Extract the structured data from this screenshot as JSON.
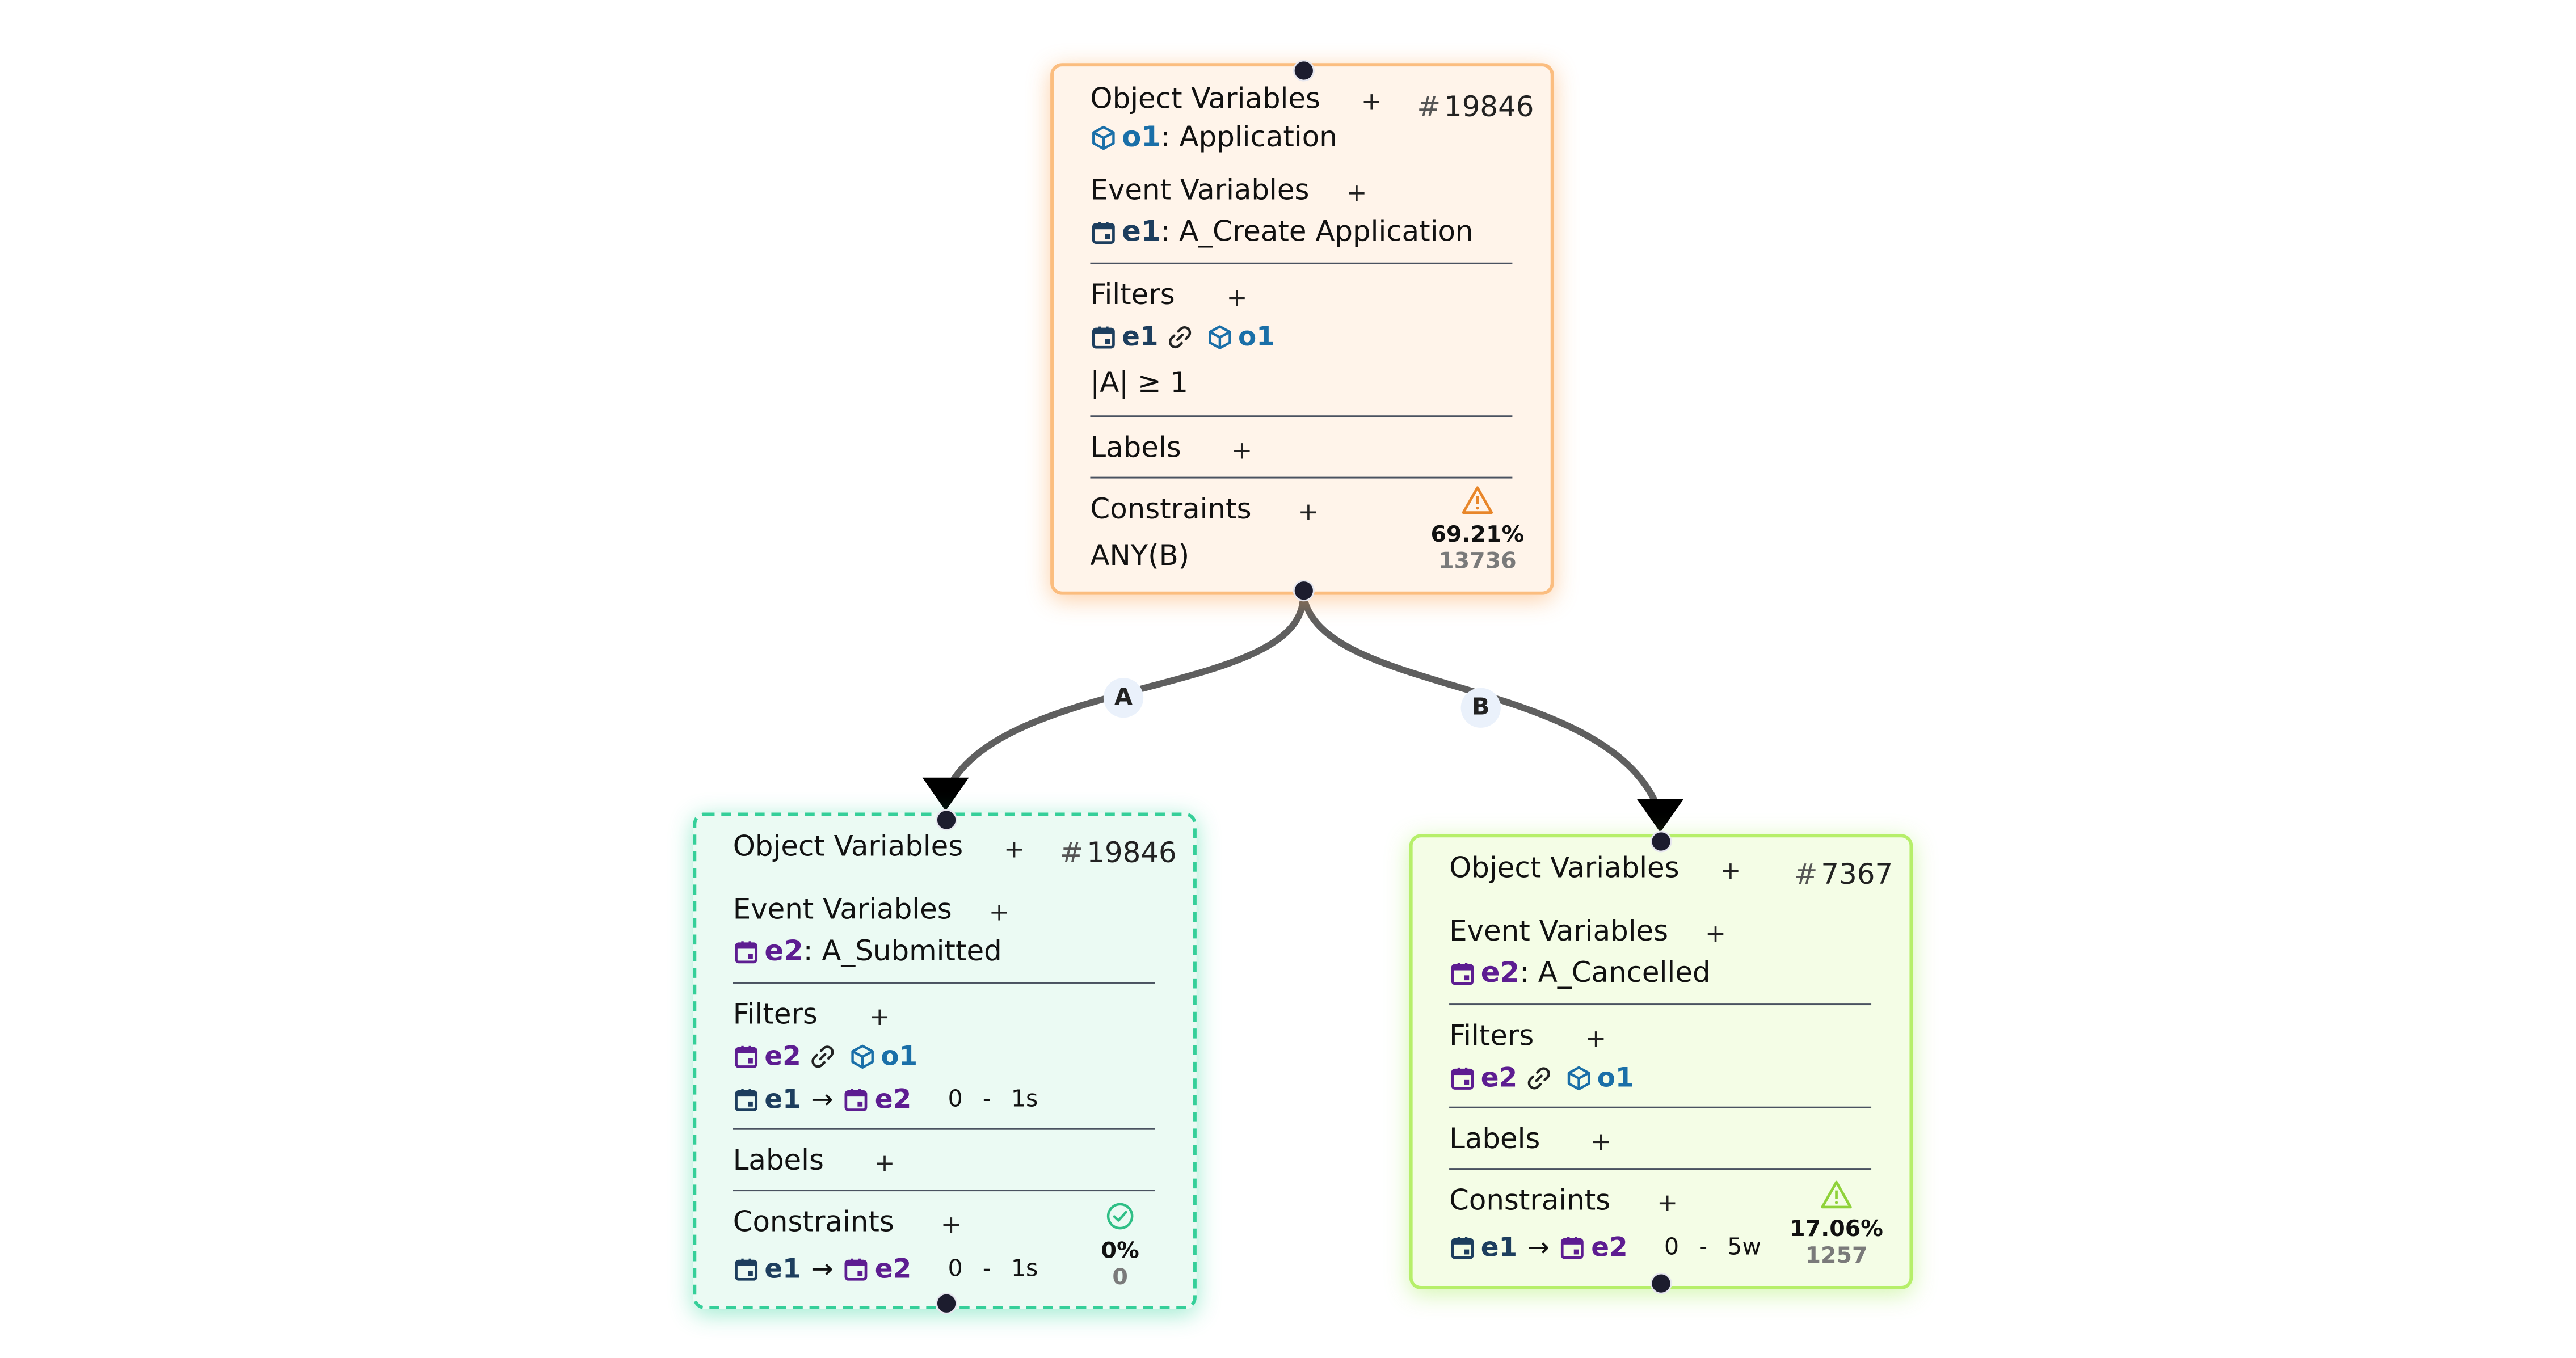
{
  "nodes": {
    "root": {
      "id": "19846",
      "object_variables_title": "Object Variables",
      "object_var": {
        "name": "o1",
        "type": ": Application"
      },
      "event_variables_title": "Event Variables",
      "event_var": {
        "name": "e1",
        "type": ": A_Create Application"
      },
      "filters_title": "Filters",
      "filter_link": {
        "event": "e1",
        "object": "o1"
      },
      "filter_expr": "|A| ≥ 1",
      "labels_title": "Labels",
      "constraints_title": "Constraints",
      "constraint_expr": "ANY(B)",
      "stat": {
        "icon": "warning-triangle-icon",
        "percent": "69.21%",
        "count": "13736",
        "color": "#e8862a"
      }
    },
    "a": {
      "id": "19846",
      "object_variables_title": "Object Variables",
      "event_variables_title": "Event Variables",
      "event_var": {
        "name": "e2",
        "type": ": A_Submitted"
      },
      "filters_title": "Filters",
      "filter_link": {
        "event": "e2",
        "object": "o1"
      },
      "filter_seq": {
        "from": "e1",
        "to": "e2",
        "min": "0",
        "dash": "-",
        "max": "1s"
      },
      "labels_title": "Labels",
      "constraints_title": "Constraints",
      "constraint_seq": {
        "from": "e1",
        "to": "e2",
        "min": "0",
        "dash": "-",
        "max": "1s"
      },
      "stat": {
        "icon": "check-circle-icon",
        "percent": "0%",
        "count": "0",
        "color": "#2fbf86"
      }
    },
    "b": {
      "id": "7367",
      "object_variables_title": "Object Variables",
      "event_variables_title": "Event Variables",
      "event_var": {
        "name": "e2",
        "type": ": A_Cancelled"
      },
      "filters_title": "Filters",
      "filter_link": {
        "event": "e2",
        "object": "o1"
      },
      "labels_title": "Labels",
      "constraints_title": "Constraints",
      "constraint_seq": {
        "from": "e1",
        "to": "e2",
        "min": "0",
        "dash": "-",
        "max": "5w"
      },
      "stat": {
        "icon": "warning-triangle-icon",
        "percent": "17.06%",
        "count": "1257",
        "color": "#8fd23a"
      }
    }
  },
  "edges": [
    {
      "label": "A",
      "from": "root",
      "to": "a"
    },
    {
      "label": "B",
      "from": "root",
      "to": "b"
    }
  ],
  "symbols": {
    "plus": "+",
    "hash": "#",
    "arrow": "→"
  },
  "colors": {
    "root_border": "#fbbd7f",
    "a_border": "#35cf99",
    "b_border": "#b6ef6a",
    "edge": "#5f5f5f"
  }
}
